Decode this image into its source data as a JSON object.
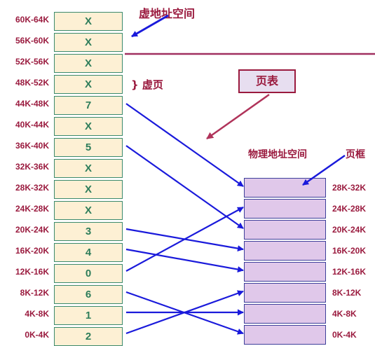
{
  "virtual_pages": [
    {
      "range": "60K-64K",
      "frame": "X"
    },
    {
      "range": "56K-60K",
      "frame": "X"
    },
    {
      "range": "52K-56K",
      "frame": "X"
    },
    {
      "range": "48K-52K",
      "frame": "X"
    },
    {
      "range": "44K-48K",
      "frame": "7"
    },
    {
      "range": "40K-44K",
      "frame": "X"
    },
    {
      "range": "36K-40K",
      "frame": "5"
    },
    {
      "range": "32K-36K",
      "frame": "X"
    },
    {
      "range": "28K-32K",
      "frame": "X"
    },
    {
      "range": "24K-28K",
      "frame": "X"
    },
    {
      "range": "20K-24K",
      "frame": "3"
    },
    {
      "range": "16K-20K",
      "frame": "4"
    },
    {
      "range": "12K-16K",
      "frame": "0"
    },
    {
      "range": "8K-12K",
      "frame": "6"
    },
    {
      "range": "4K-8K",
      "frame": "1"
    },
    {
      "range": "0K-4K",
      "frame": "2"
    }
  ],
  "physical_frames": [
    "28K-32K",
    "24K-28K",
    "20K-24K",
    "16K-20K",
    "12K-16K",
    "8K-12K",
    "4K-8K",
    "0K-4K"
  ],
  "labels": {
    "virtual_space": "虚地址空间",
    "virtual_page": "} 虚页",
    "page_table": "页表",
    "physical_space": "物理地址空间",
    "page_frame": "页框"
  },
  "colors": {
    "label": "#9a1a3e",
    "arrow": "#1a1adb",
    "virtual_cell": "#fdf0d4",
    "physical_cell": "#e0c8ea"
  }
}
